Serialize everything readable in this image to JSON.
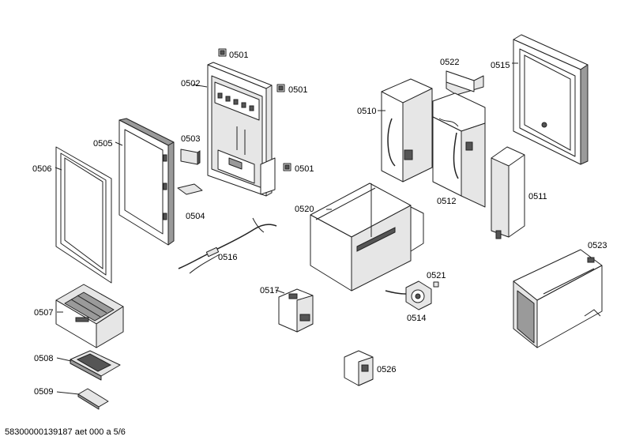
{
  "parts": {
    "p0501a": "0501",
    "p0501b": "0501",
    "p0501c": "0501",
    "p0502": "0502",
    "p0503": "0503",
    "p0504": "0504",
    "p0505": "0505",
    "p0506": "0506",
    "p0507": "0507",
    "p0508": "0508",
    "p0509": "0509",
    "p0510": "0510",
    "p0511": "0511",
    "p0512": "0512",
    "p0514": "0514",
    "p0515": "0515",
    "p0516": "0516",
    "p0517": "0517",
    "p0520": "0520",
    "p0521": "0521",
    "p0522": "0522",
    "p0523": "0523",
    "p0526": "0526"
  },
  "footer": "58300000139187 aet 000 a 5/6"
}
